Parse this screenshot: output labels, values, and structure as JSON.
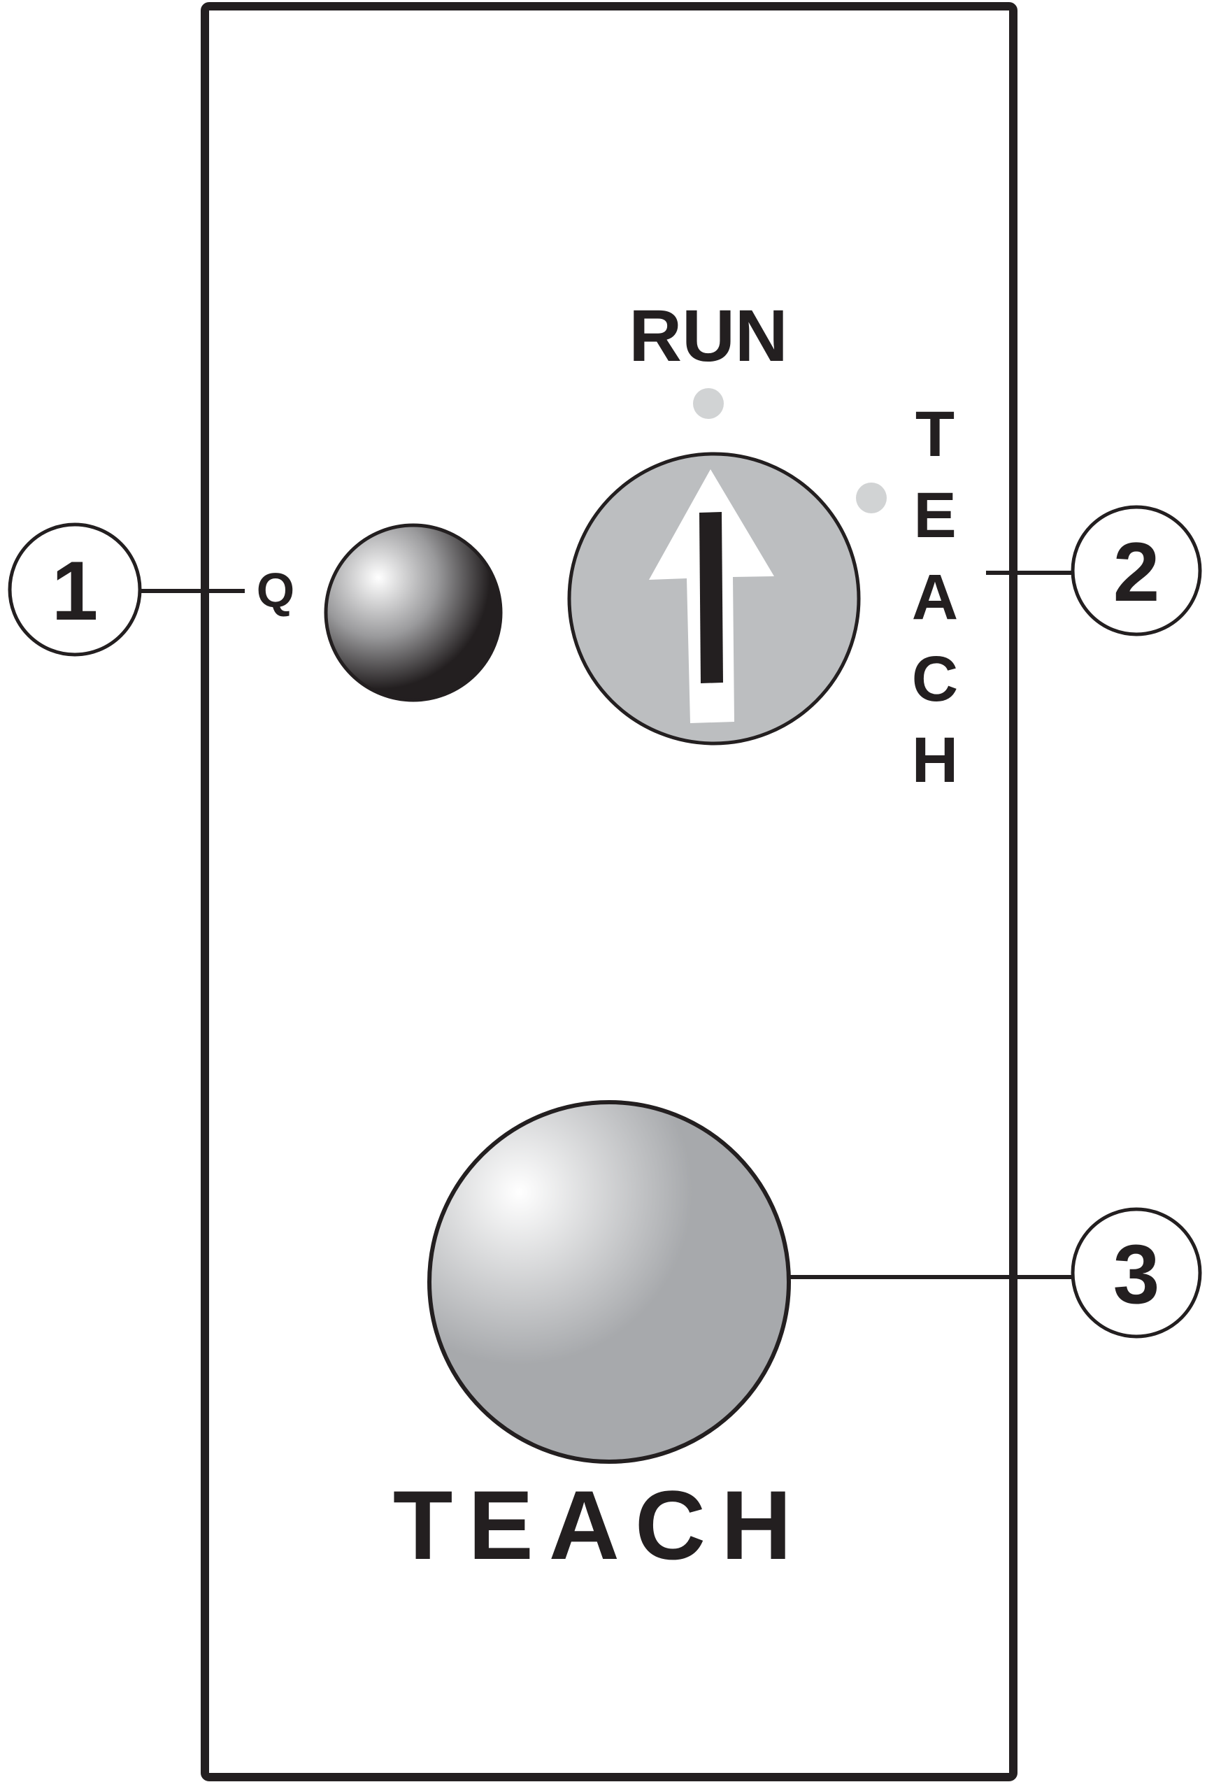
{
  "labels": {
    "q": "Q",
    "run": "RUN",
    "teach_vertical": [
      "T",
      "E",
      "A",
      "C",
      "H"
    ],
    "teach_button": "TEACH"
  },
  "callouts": [
    "1",
    "2",
    "3"
  ],
  "colors": {
    "outline": "#231f20",
    "knob": "#bcbec0",
    "indicator_dot": "#d1d3d4",
    "button_gray": "#a7a9ac"
  }
}
